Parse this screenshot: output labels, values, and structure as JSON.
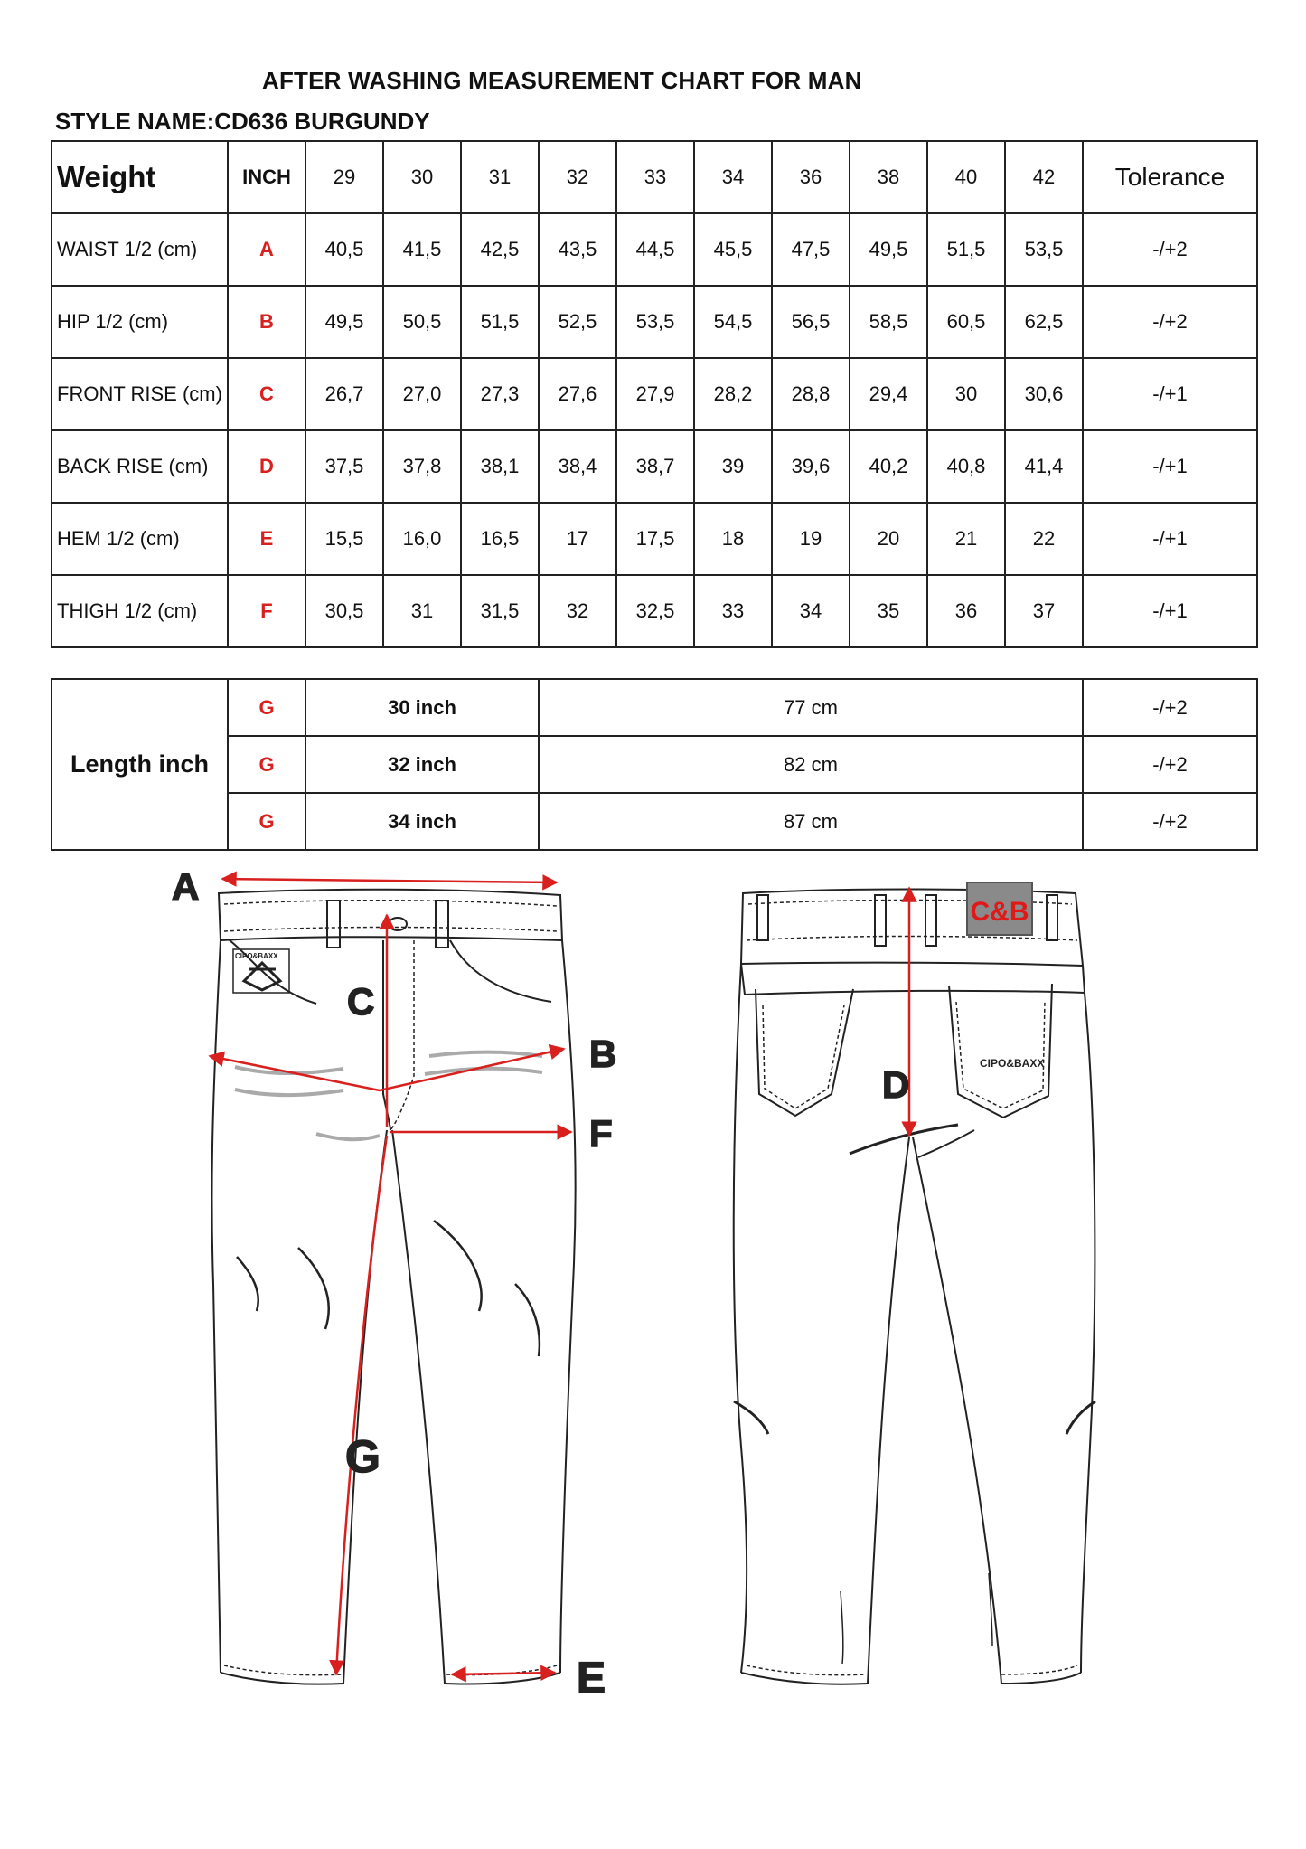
{
  "title": "AFTER WASHING MEASUREMENT CHART FOR MAN",
  "style_name": "STYLE NAME:CD636 BURGUNDY",
  "size_table": {
    "header": {
      "weight": "Weight",
      "inch": "INCH",
      "sizes": [
        "29",
        "30",
        "31",
        "32",
        "33",
        "34",
        "36",
        "38",
        "40",
        "42"
      ],
      "tolerance": "Tolerance"
    },
    "rows": [
      {
        "label": "WAIST 1/2 (cm)",
        "code": "A",
        "values": [
          "40,5",
          "41,5",
          "42,5",
          "43,5",
          "44,5",
          "45,5",
          "47,5",
          "49,5",
          "51,5",
          "53,5"
        ],
        "tol": "-/+2"
      },
      {
        "label": "HIP 1/2 (cm)",
        "code": "B",
        "values": [
          "49,5",
          "50,5",
          "51,5",
          "52,5",
          "53,5",
          "54,5",
          "56,5",
          "58,5",
          "60,5",
          "62,5"
        ],
        "tol": "-/+2"
      },
      {
        "label": "FRONT RISE (cm)",
        "code": "C",
        "values": [
          "26,7",
          "27,0",
          "27,3",
          "27,6",
          "27,9",
          "28,2",
          "28,8",
          "29,4",
          "30",
          "30,6"
        ],
        "tol": "-/+1"
      },
      {
        "label": "BACK RISE (cm)",
        "code": "D",
        "values": [
          "37,5",
          "37,8",
          "38,1",
          "38,4",
          "38,7",
          "39",
          "39,6",
          "40,2",
          "40,8",
          "41,4"
        ],
        "tol": "-/+1"
      },
      {
        "label": "HEM 1/2  (cm)",
        "code": "E",
        "values": [
          "15,5",
          "16,0",
          "16,5",
          "17",
          "17,5",
          "18",
          "19",
          "20",
          "21",
          "22"
        ],
        "tol": "-/+1"
      },
      {
        "label": "THIGH 1/2 (cm)",
        "code": "F",
        "values": [
          "30,5",
          "31",
          "31,5",
          "32",
          "32,5",
          "33",
          "34",
          "35",
          "36",
          "37"
        ],
        "tol": "-/+1"
      }
    ]
  },
  "length_table": {
    "label": "Length inch",
    "rows": [
      {
        "code": "G",
        "inch": "30 inch",
        "cm": "77 cm",
        "tol": "-/+2"
      },
      {
        "code": "G",
        "inch": "32 inch",
        "cm": "82 cm",
        "tol": "-/+2"
      },
      {
        "code": "G",
        "inch": "34 inch",
        "cm": "87 cm",
        "tol": "-/+2"
      }
    ]
  },
  "diagram": {
    "letters": {
      "A": "A",
      "B": "B",
      "C": "C",
      "D": "D",
      "E": "E",
      "F": "F",
      "G": "G"
    },
    "front_patch_text": "CIPO&BAXX",
    "back_patch_text": "C&B",
    "back_pocket_text": "CIPO&BAXX",
    "measure_color": "#d8201e"
  }
}
